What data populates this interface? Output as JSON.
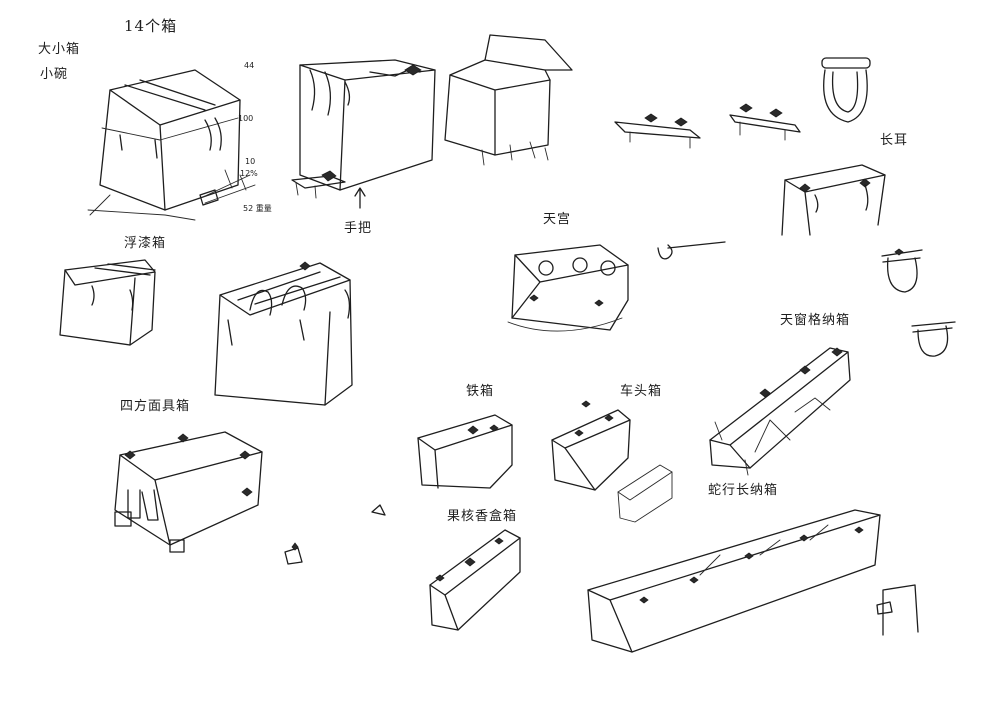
{
  "labels": {
    "top_title": "14个箱",
    "big_case_line1": "大小箱",
    "big_case_line2": "小碗",
    "hand_handle": "手把",
    "long_ear": "长耳",
    "floating_case": "浮漆箱",
    "day_case": "天宫",
    "overhead_long_case": "天窗格纳箱",
    "square_seal_case": "四方面具箱",
    "iron_case": "铁箱",
    "car_case": "车头箱",
    "fruit_case": "果核香盒箱",
    "long_bench_case": "蛇行长纳箱"
  },
  "dimensions": {
    "d1": "44",
    "d2": "100",
    "d3": "10",
    "d4": "12%",
    "d5": "52 重量"
  }
}
